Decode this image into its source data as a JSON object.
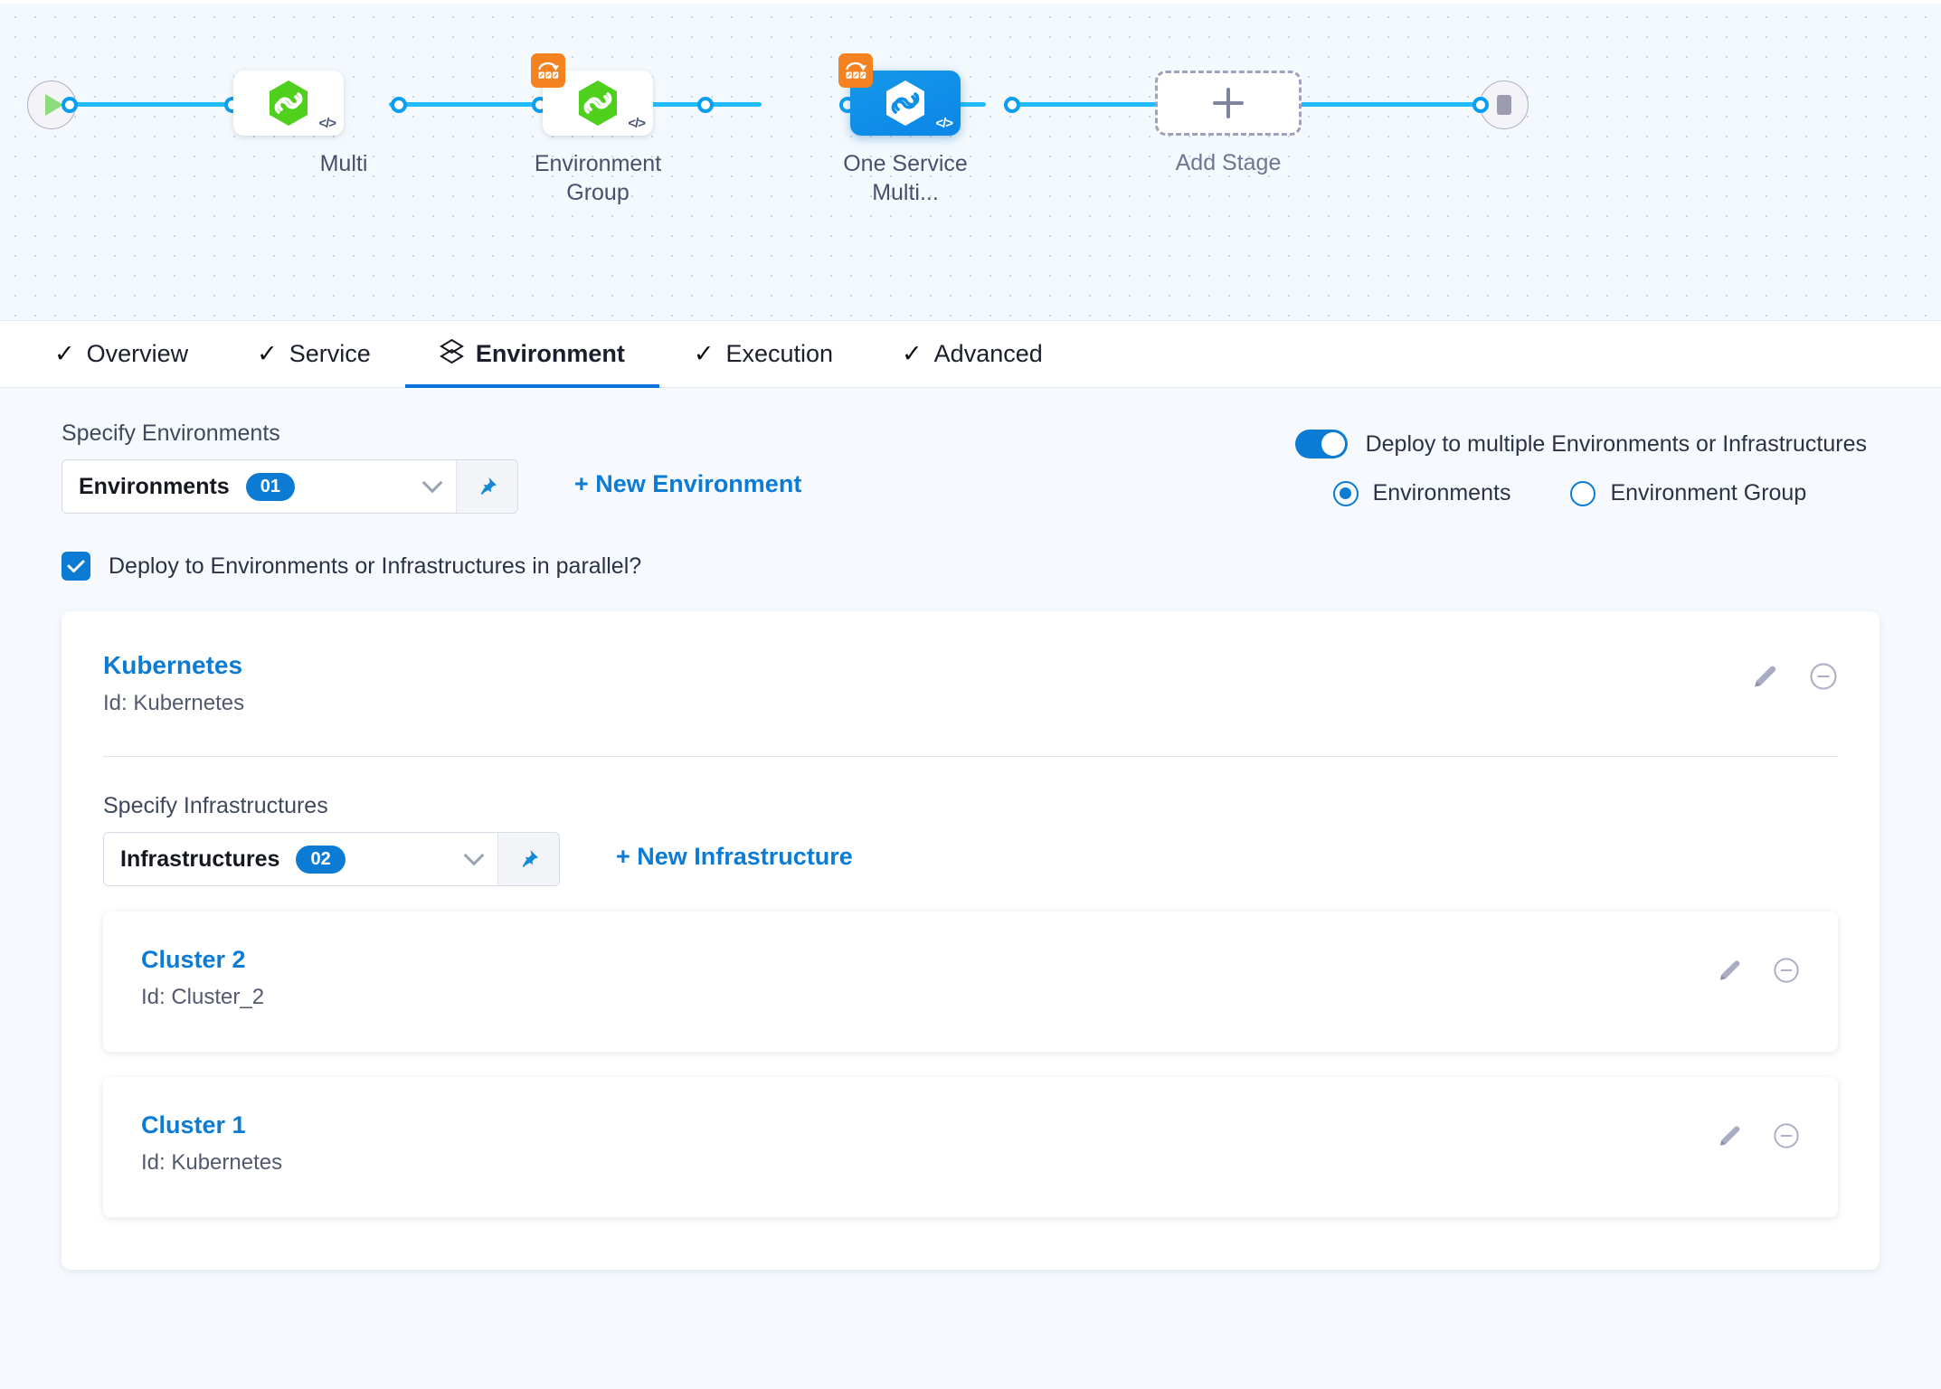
{
  "pipeline": {
    "start_node": {
      "name": "start-node",
      "icon": "play-icon"
    },
    "end_node": {
      "name": "end-node",
      "icon": "stop-icon"
    },
    "stages": [
      {
        "label": "Multi",
        "selected": false,
        "multi_badge": false,
        "icon": "harness-hex-icon"
      },
      {
        "label": "Environment\nGroup",
        "label_line1": "Environment",
        "label_line2": "Group",
        "selected": false,
        "multi_badge": true,
        "icon": "harness-hex-icon"
      },
      {
        "label": "One Service Multi...",
        "label_line1": "One Service",
        "label_line2": "Multi...",
        "selected": true,
        "multi_badge": true,
        "icon": "harness-hex-icon"
      }
    ],
    "add_stage_label": "Add Stage"
  },
  "tabs": [
    {
      "label": "Overview",
      "icon": "check-icon",
      "active": false
    },
    {
      "label": "Service",
      "icon": "check-icon",
      "active": false
    },
    {
      "label": "Environment",
      "icon": "layers-icon",
      "active": true
    },
    {
      "label": "Execution",
      "icon": "check-icon",
      "active": false
    },
    {
      "label": "Advanced",
      "icon": "check-icon",
      "active": false
    }
  ],
  "environments_section": {
    "label": "Specify Environments",
    "select_text": "Environments",
    "select_count": "01",
    "pin_icon": "pin-icon",
    "chevron_icon": "chevron-down-icon",
    "new_link": "+ New Environment",
    "parallel_checkbox_label": "Deploy to Environments or Infrastructures in parallel?",
    "parallel_checked": true
  },
  "deploy_options": {
    "toggle_label": "Deploy to multiple Environments or Infrastructures",
    "toggle_on": true,
    "radios": [
      {
        "label": "Environments",
        "selected": true
      },
      {
        "label": "Environment Group",
        "selected": false
      }
    ]
  },
  "environment_card": {
    "title": "Kubernetes",
    "id_text": "Id: Kubernetes",
    "edit_icon": "pencil-icon",
    "remove_icon": "minus-circle-icon",
    "infrastructures": {
      "label": "Specify Infrastructures",
      "select_text": "Infrastructures",
      "select_count": "02",
      "pin_icon": "pin-icon",
      "chevron_icon": "chevron-down-icon",
      "new_link": "+ New Infrastructure",
      "items": [
        {
          "title": "Cluster 2",
          "id_text": "Id: Cluster_2",
          "edit_icon": "pencil-icon",
          "remove_icon": "minus-circle-icon"
        },
        {
          "title": "Cluster 1",
          "id_text": "Id: Kubernetes",
          "edit_icon": "pencil-icon",
          "remove_icon": "minus-circle-icon"
        }
      ]
    }
  },
  "colors": {
    "accent_blue": "#0b7bd4",
    "wire_blue": "#21bdfb",
    "node_selected": "#0f8ee8",
    "badge_orange": "#f58220",
    "hex_green": "#4fd01d",
    "canvas_bg": "#f4f9fd",
    "body_bg": "#f6fafe"
  }
}
